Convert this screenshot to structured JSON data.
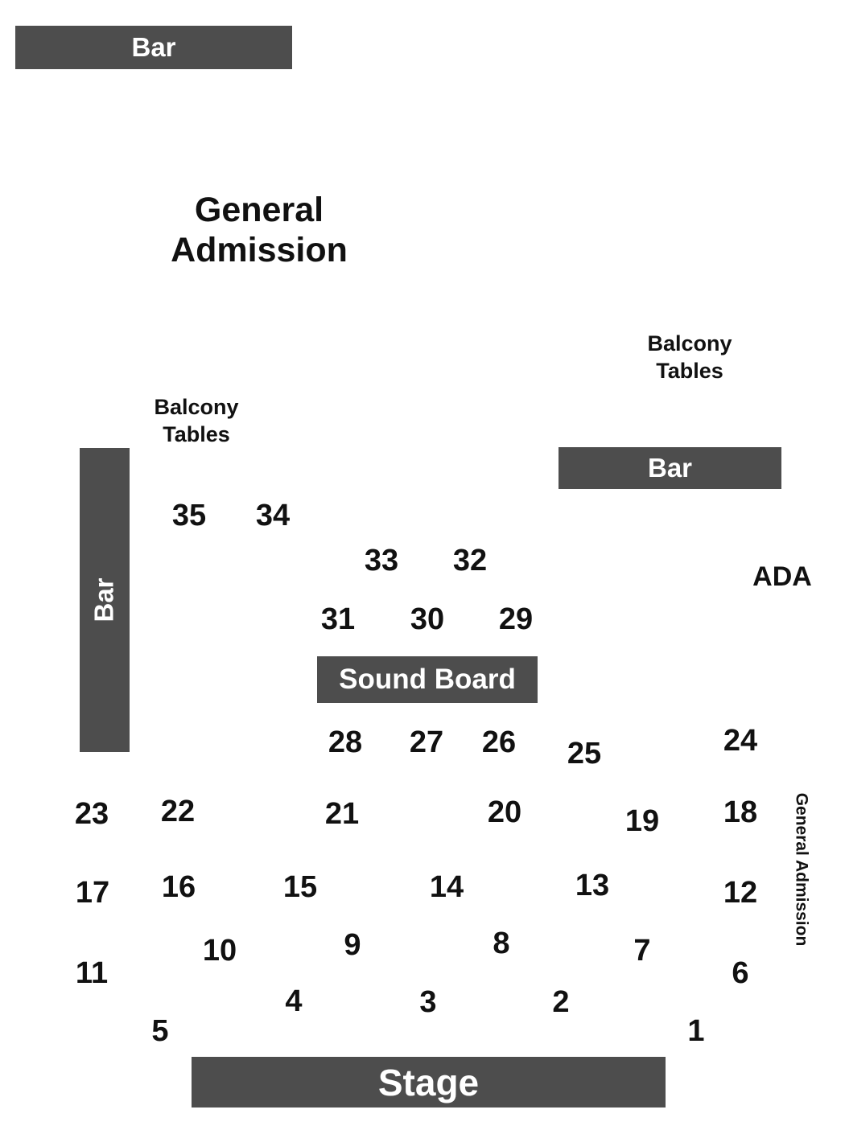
{
  "labels": {
    "bar": "Bar",
    "stage": "Stage",
    "sound_board": "Sound Board",
    "general_admission": "General Admission",
    "general_admission_line1": "General",
    "general_admission_line2": "Admission",
    "balcony_line1": "Balcony",
    "balcony_line2": "Tables",
    "ada": "ADA"
  },
  "tables": [
    "1",
    "2",
    "3",
    "4",
    "5",
    "6",
    "7",
    "8",
    "9",
    "10",
    "11",
    "12",
    "13",
    "14",
    "15",
    "16",
    "17",
    "18",
    "19",
    "20",
    "21",
    "22",
    "23",
    "24",
    "25",
    "26",
    "27",
    "28",
    "29",
    "30",
    "31",
    "32",
    "33",
    "34",
    "35"
  ],
  "colors": {
    "block_fill": "#4d4d4d",
    "block_text": "#ffffff",
    "text": "#111111"
  }
}
